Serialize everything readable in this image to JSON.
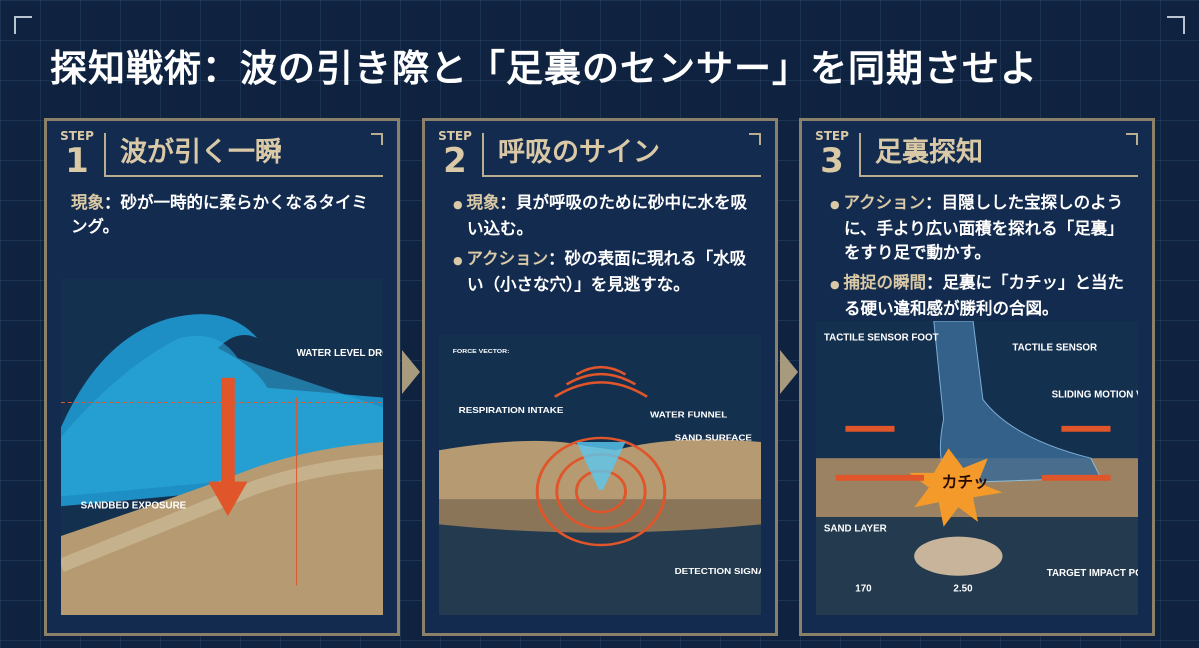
{
  "title": "探知戦術：波の引き際と「足裏のセンサー」を同期させよ",
  "steps": [
    {
      "step_label": "STEP",
      "number": "1",
      "heading": "波が引く一瞬",
      "items": [
        {
          "key": "現象",
          "text": "：砂が一時的に柔らかくなるタイミング。"
        }
      ],
      "diagram_labels": {
        "water_level": "WATER LEVEL DROP",
        "sandbed": "SANDBED EXPOSURE"
      }
    },
    {
      "step_label": "STEP",
      "number": "2",
      "heading": "呼吸のサイン",
      "items": [
        {
          "key": "現象",
          "text": "：貝が呼吸のために砂中に水を吸い込む。"
        },
        {
          "key": "アクション",
          "text": "：砂の表面に現れる「水吸い（小さな穴）」を見逃すな。"
        }
      ],
      "diagram_labels": {
        "force": "FORCE VECTOR:",
        "respiration": "RESPIRATION INTAKE",
        "funnel": "WATER FUNNEL",
        "surface": "SAND SURFACE",
        "detection": "DETECTION SIGNATURE"
      }
    },
    {
      "step_label": "STEP",
      "number": "3",
      "heading": "足裏探知",
      "items": [
        {
          "key": "アクション",
          "text": "：目隠しした宝探しのように、手より広い面積を探れる「足裏」をすり足で動かす。"
        },
        {
          "key": "捕捉の瞬間",
          "text": "：足裏に「カチッ」と当たる硬い違和感が勝利の合図。"
        }
      ],
      "diagram_labels": {
        "tactile_foot": "TACTILE SENSOR FOOT",
        "tactile": "TACTILE SENSOR",
        "sliding": "SLIDING MOTION VECTOR",
        "impact": "カチッ",
        "sand": "SAND LAYER",
        "target": "TARGET IMPACT POINT",
        "dim1": "170",
        "dim2": "2.50"
      }
    }
  ],
  "colors": {
    "background": "#0f2340",
    "panel": "#132b4f",
    "accent": "#d9c9a6",
    "arrow": "#e0552a"
  }
}
